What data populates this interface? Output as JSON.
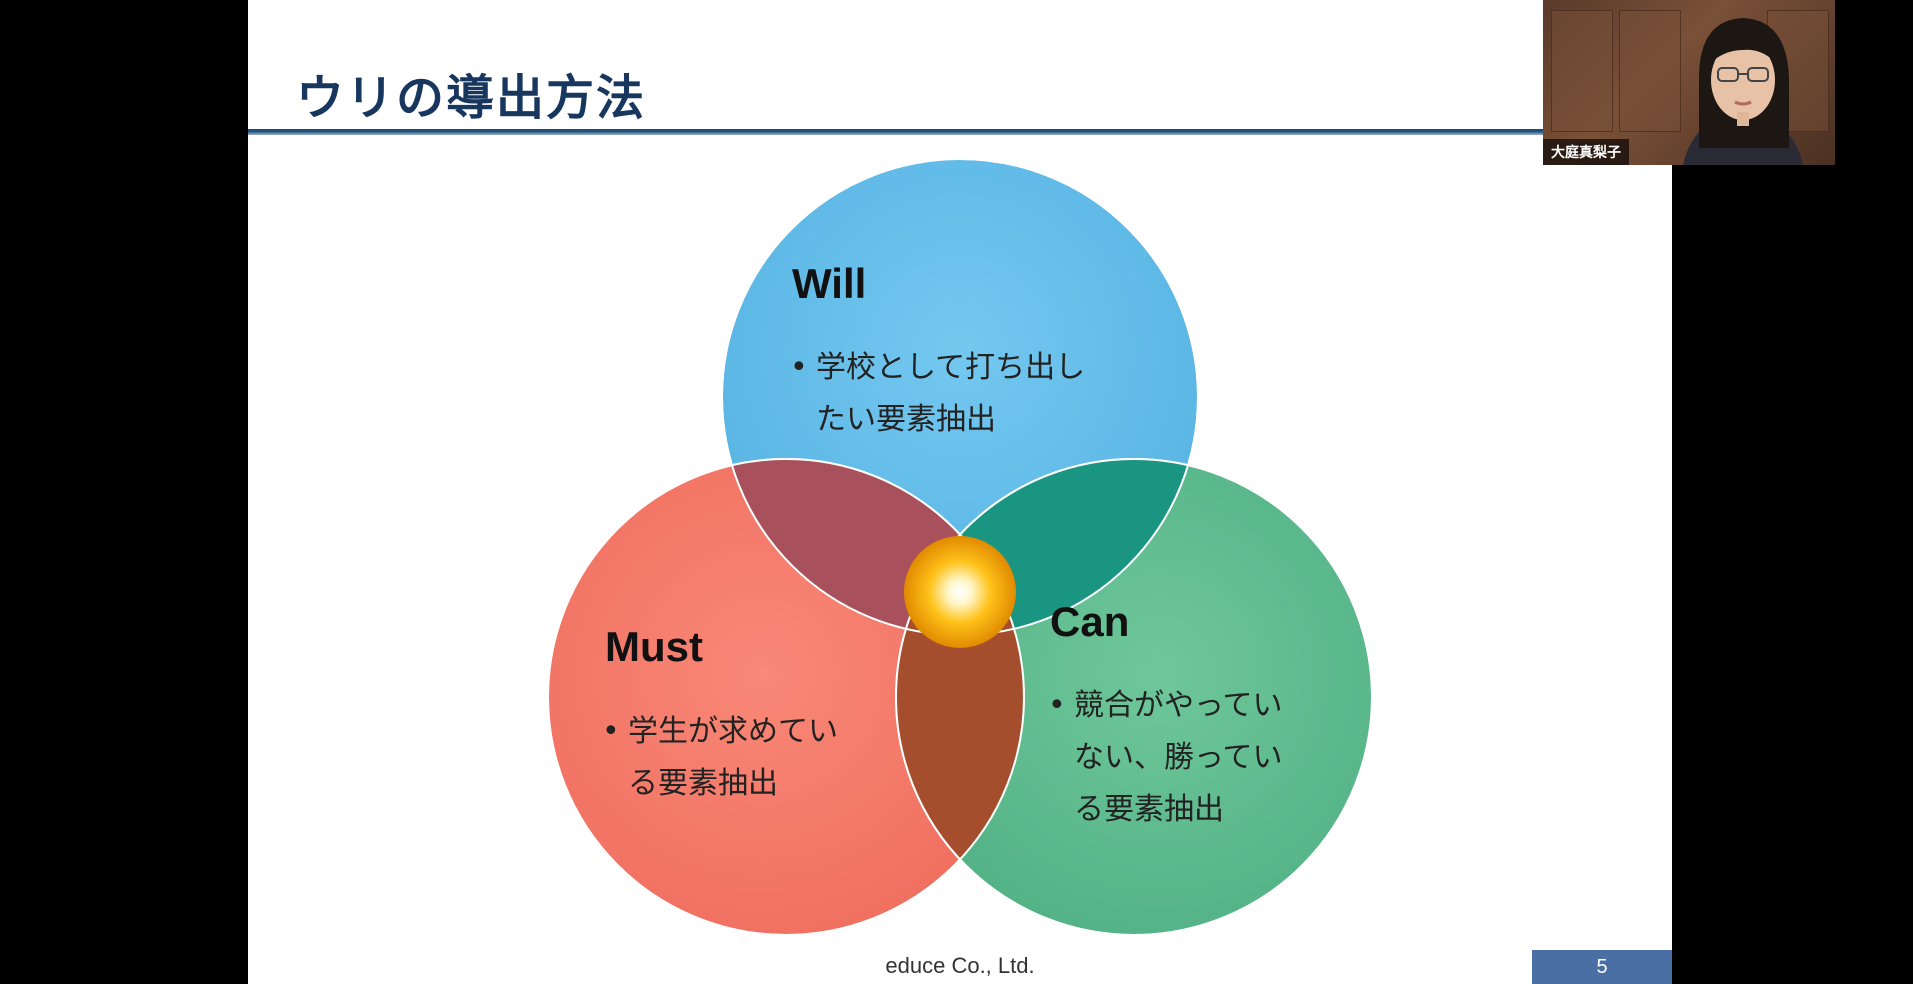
{
  "slide": {
    "title": "ウリの導出方法",
    "footer": "educe Co., Ltd.",
    "page_number": "5"
  },
  "circles": {
    "will": {
      "heading": "Will",
      "bullet_dot": "•",
      "line1": "学校として打ち出し",
      "line2": "たい要素抽出",
      "color": "#5cb8e6"
    },
    "must": {
      "heading": "Must",
      "bullet_dot": "•",
      "line1": "学生が求めてい",
      "line2": "る要素抽出",
      "color": "#f47a6a"
    },
    "can": {
      "heading": "Can",
      "bullet_dot": "•",
      "line1": "競合がやってい",
      "line2": "ない、勝ってい",
      "line3": "る要素抽出",
      "color": "#5cba8f"
    },
    "center_color": "#f5a000"
  },
  "video": {
    "participant_name": "大庭真梨子"
  },
  "colors": {
    "title": "#17375e",
    "rule": "#1f4e79",
    "page_badge": "#4a6fa5"
  }
}
